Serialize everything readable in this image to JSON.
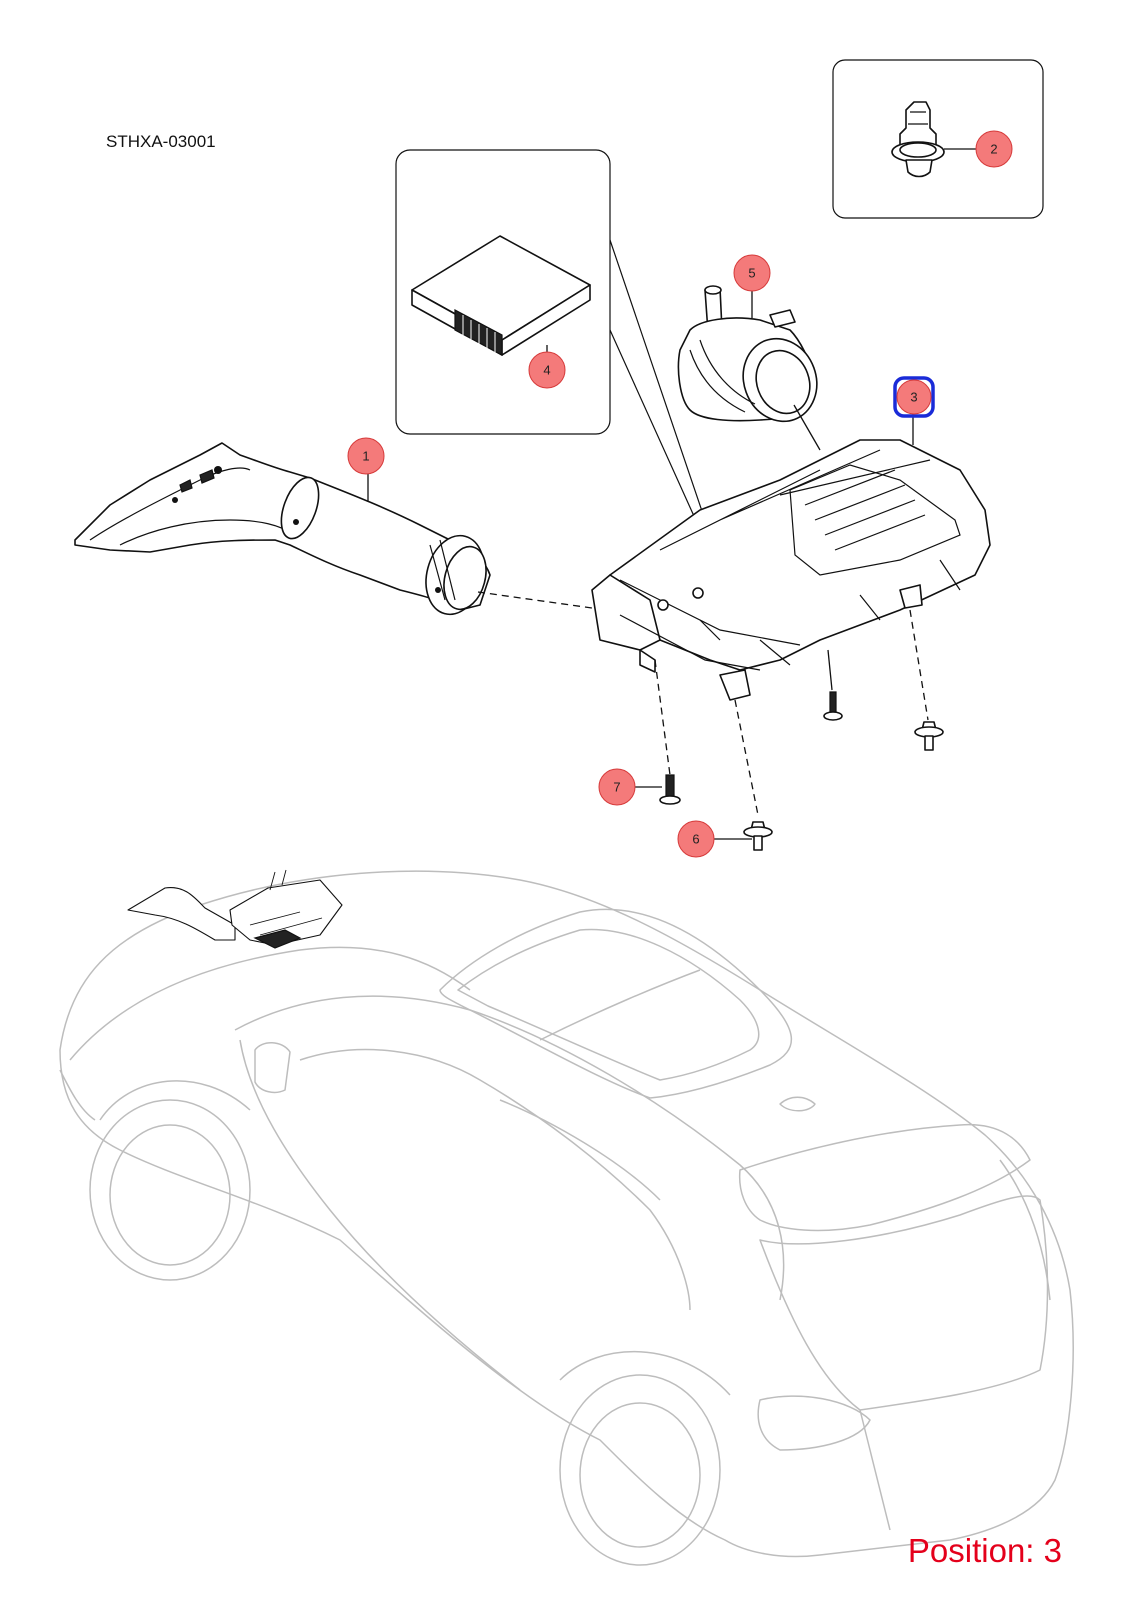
{
  "diagram": {
    "code": "STHXA-03001",
    "position_label": "Position: 3",
    "highlight_color": "#1a2bd8",
    "callout_fill": "#f47a7a",
    "callout_stroke": "#d63a3a",
    "position_color": "#e4001b",
    "selected_callout": "3"
  },
  "callouts": [
    {
      "id": "1",
      "label": "1"
    },
    {
      "id": "2",
      "label": "2"
    },
    {
      "id": "3",
      "label": "3"
    },
    {
      "id": "4",
      "label": "4"
    },
    {
      "id": "5",
      "label": "5"
    },
    {
      "id": "6",
      "label": "6"
    },
    {
      "id": "7",
      "label": "7"
    }
  ]
}
